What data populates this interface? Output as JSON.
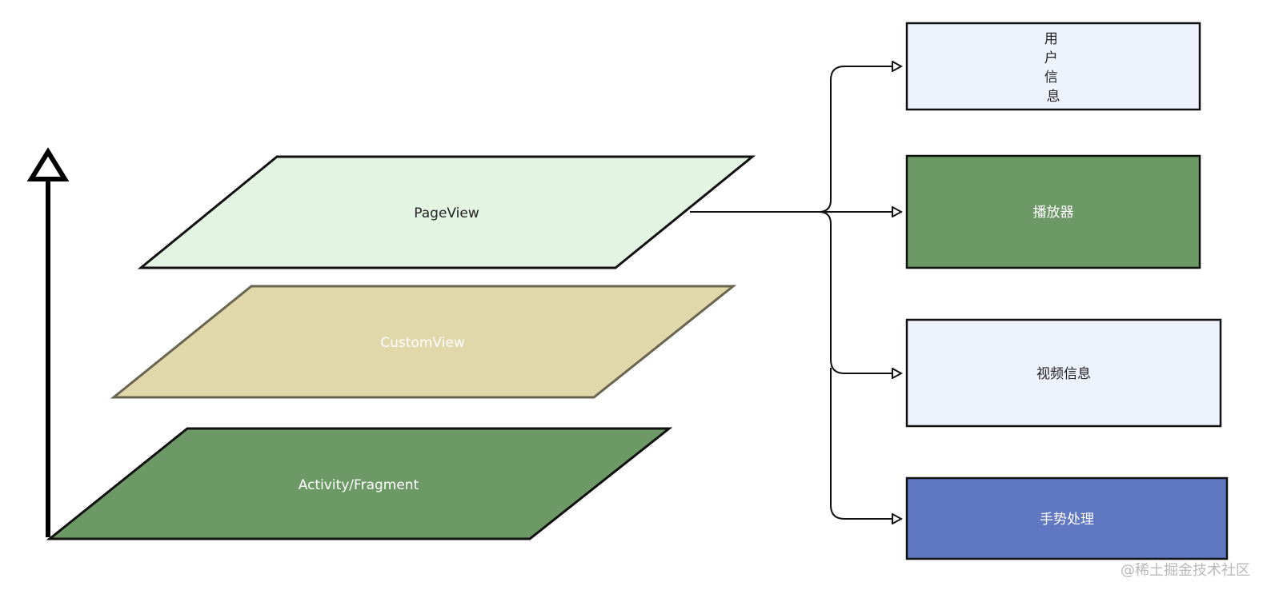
{
  "diagram": {
    "layers": [
      {
        "label": "PageView",
        "fill": "#e3f4e3",
        "stroke": "#111111",
        "text_color": "#222222"
      },
      {
        "label": "CustomView",
        "fill": "#e0d7aa",
        "stroke": "#6a6550",
        "text_color": "#ffffff"
      },
      {
        "label": "Activity/Fragment",
        "fill": "#6d9966",
        "stroke": "#111111",
        "text_color": "#ffffff"
      }
    ],
    "boxes": [
      {
        "label": "用\n户\n信\n息",
        "fill": "#eef2fc",
        "text_color": "#222222"
      },
      {
        "label": "播放器",
        "fill": "#6d9966",
        "text_color": "#ffffff"
      },
      {
        "label": "视频信息",
        "fill": "#eef2fc",
        "text_color": "#222222"
      },
      {
        "label": "手势处理",
        "fill": "#6077c2",
        "text_color": "#ffffff"
      }
    ],
    "connector_color": "#111111"
  },
  "watermark": "@稀土掘金技术社区"
}
